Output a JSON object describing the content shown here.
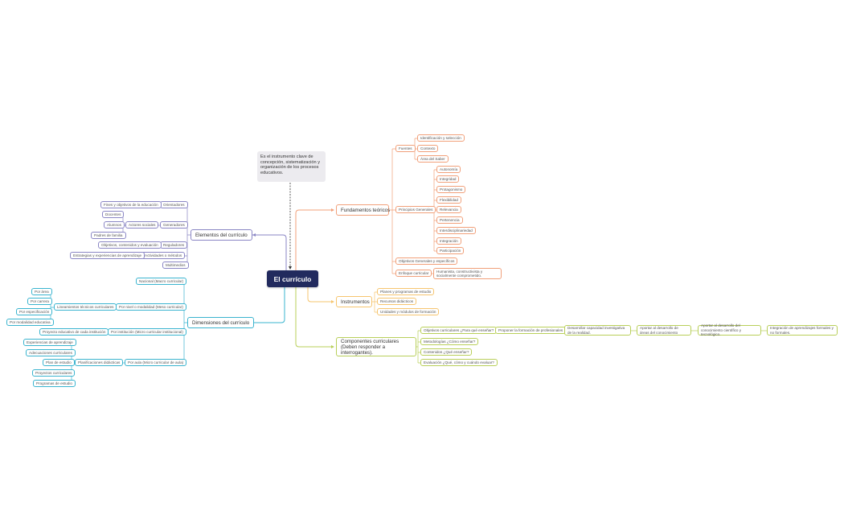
{
  "center": {
    "label": "El currículo"
  },
  "note": {
    "text": "Es el instrumento clave de concepción, sistematización y organización de los procesos educativos."
  },
  "colors": {
    "center_bg": "#222a5e",
    "elementos": "#8a86c4",
    "dimensiones": "#3ab4cf",
    "fundamentos": "#f1a07a",
    "instrumentos": "#f6c56f",
    "componentes": "#b9cf5a",
    "note_bg": "#ecebef"
  },
  "elementos": {
    "label": "Elementos del currículo",
    "orientadores": {
      "label": "Orientadores",
      "child": "Fines y objetivos de la educación"
    },
    "generadores": {
      "label": "Generadores",
      "child": "Actores sociales",
      "grandchildren": [
        "Docentes",
        "Alumnos",
        "Padres de familia"
      ]
    },
    "reguladores": {
      "label": "Reguladores",
      "child": "Objetivos, contenidos y evaluación"
    },
    "actividades": {
      "label": "Actividades o métodos",
      "child": "Estrategias y experiencias de aprendizaje"
    },
    "multimedios": {
      "label": "Multimedios"
    }
  },
  "dimensiones": {
    "label": "Dimensiones del currículo",
    "nacional": {
      "label": "Nacional (Macro curricular)"
    },
    "nivel": {
      "label": "Por nivel o modalidad (Meso curricular)",
      "child": "Lineamientos técnicos curriculares",
      "grandchildren": [
        "Por área",
        "Por carrera",
        "Por especificación",
        "Por modalidad educativa"
      ]
    },
    "institucion": {
      "label": "Por institución (Micro curricular institucional)",
      "child": "Proyecto educativo de cada institución"
    },
    "aula": {
      "label": "Por aula (Micro curricular de aula)",
      "child": "Planificaciones didácticas",
      "grandchildren": [
        "Experiencias de aprendizaje",
        "Adecuaciones curriculares",
        "Plan de estudio",
        "Proyectos curriculares",
        "Programas de estudio"
      ]
    }
  },
  "fundamentos": {
    "label": "Fundamentos teóricos",
    "fuentes": {
      "label": "Fuentes",
      "children": [
        "Identificación y selección",
        "Contexto",
        "Área del Saber"
      ]
    },
    "principios": {
      "label": "Principios Generales",
      "children": [
        "Autonomía",
        "Integridad",
        "Protagonismo",
        "Flexibilidad",
        "Relevancia",
        "Pertenencia",
        "Interdisciplinariedad",
        "Integración",
        "Participación"
      ]
    },
    "objetivos": {
      "label": "Objetivos Generales y específicos"
    },
    "enfoque": {
      "label": "Enfoque curricular",
      "child": "Humanista, constructivista y socialmente comprometido."
    }
  },
  "instrumentos": {
    "label": "Instrumentos",
    "children": [
      "Planes y programas de estudio",
      "Recursos didácticos",
      "Unidades y módulos de formación"
    ]
  },
  "componentes": {
    "label": "Componentes curriculares (Deben responder a interrogantes).",
    "objetivos": {
      "label": "Objetivos curriculares ¿Para qué enseñar?",
      "chain": [
        "Proponer la formación de profesionales",
        "Desarrollar capacidad investigativa de la realidad.",
        "Aportar al desarrollo de áreas del conocimiento",
        "Aportar al desarrollo del conocimiento científico y tecnológico.",
        "Integración de aprendizajes formales y no formales."
      ]
    },
    "metodologias": {
      "label": "Metodologías ¿Cómo enseñar?"
    },
    "contenidos": {
      "label": "Contenidos ¿Qué enseñar?"
    },
    "evaluacion": {
      "label": "Evaluación ¿Qué, cómo y cuándo evaluar?"
    }
  }
}
